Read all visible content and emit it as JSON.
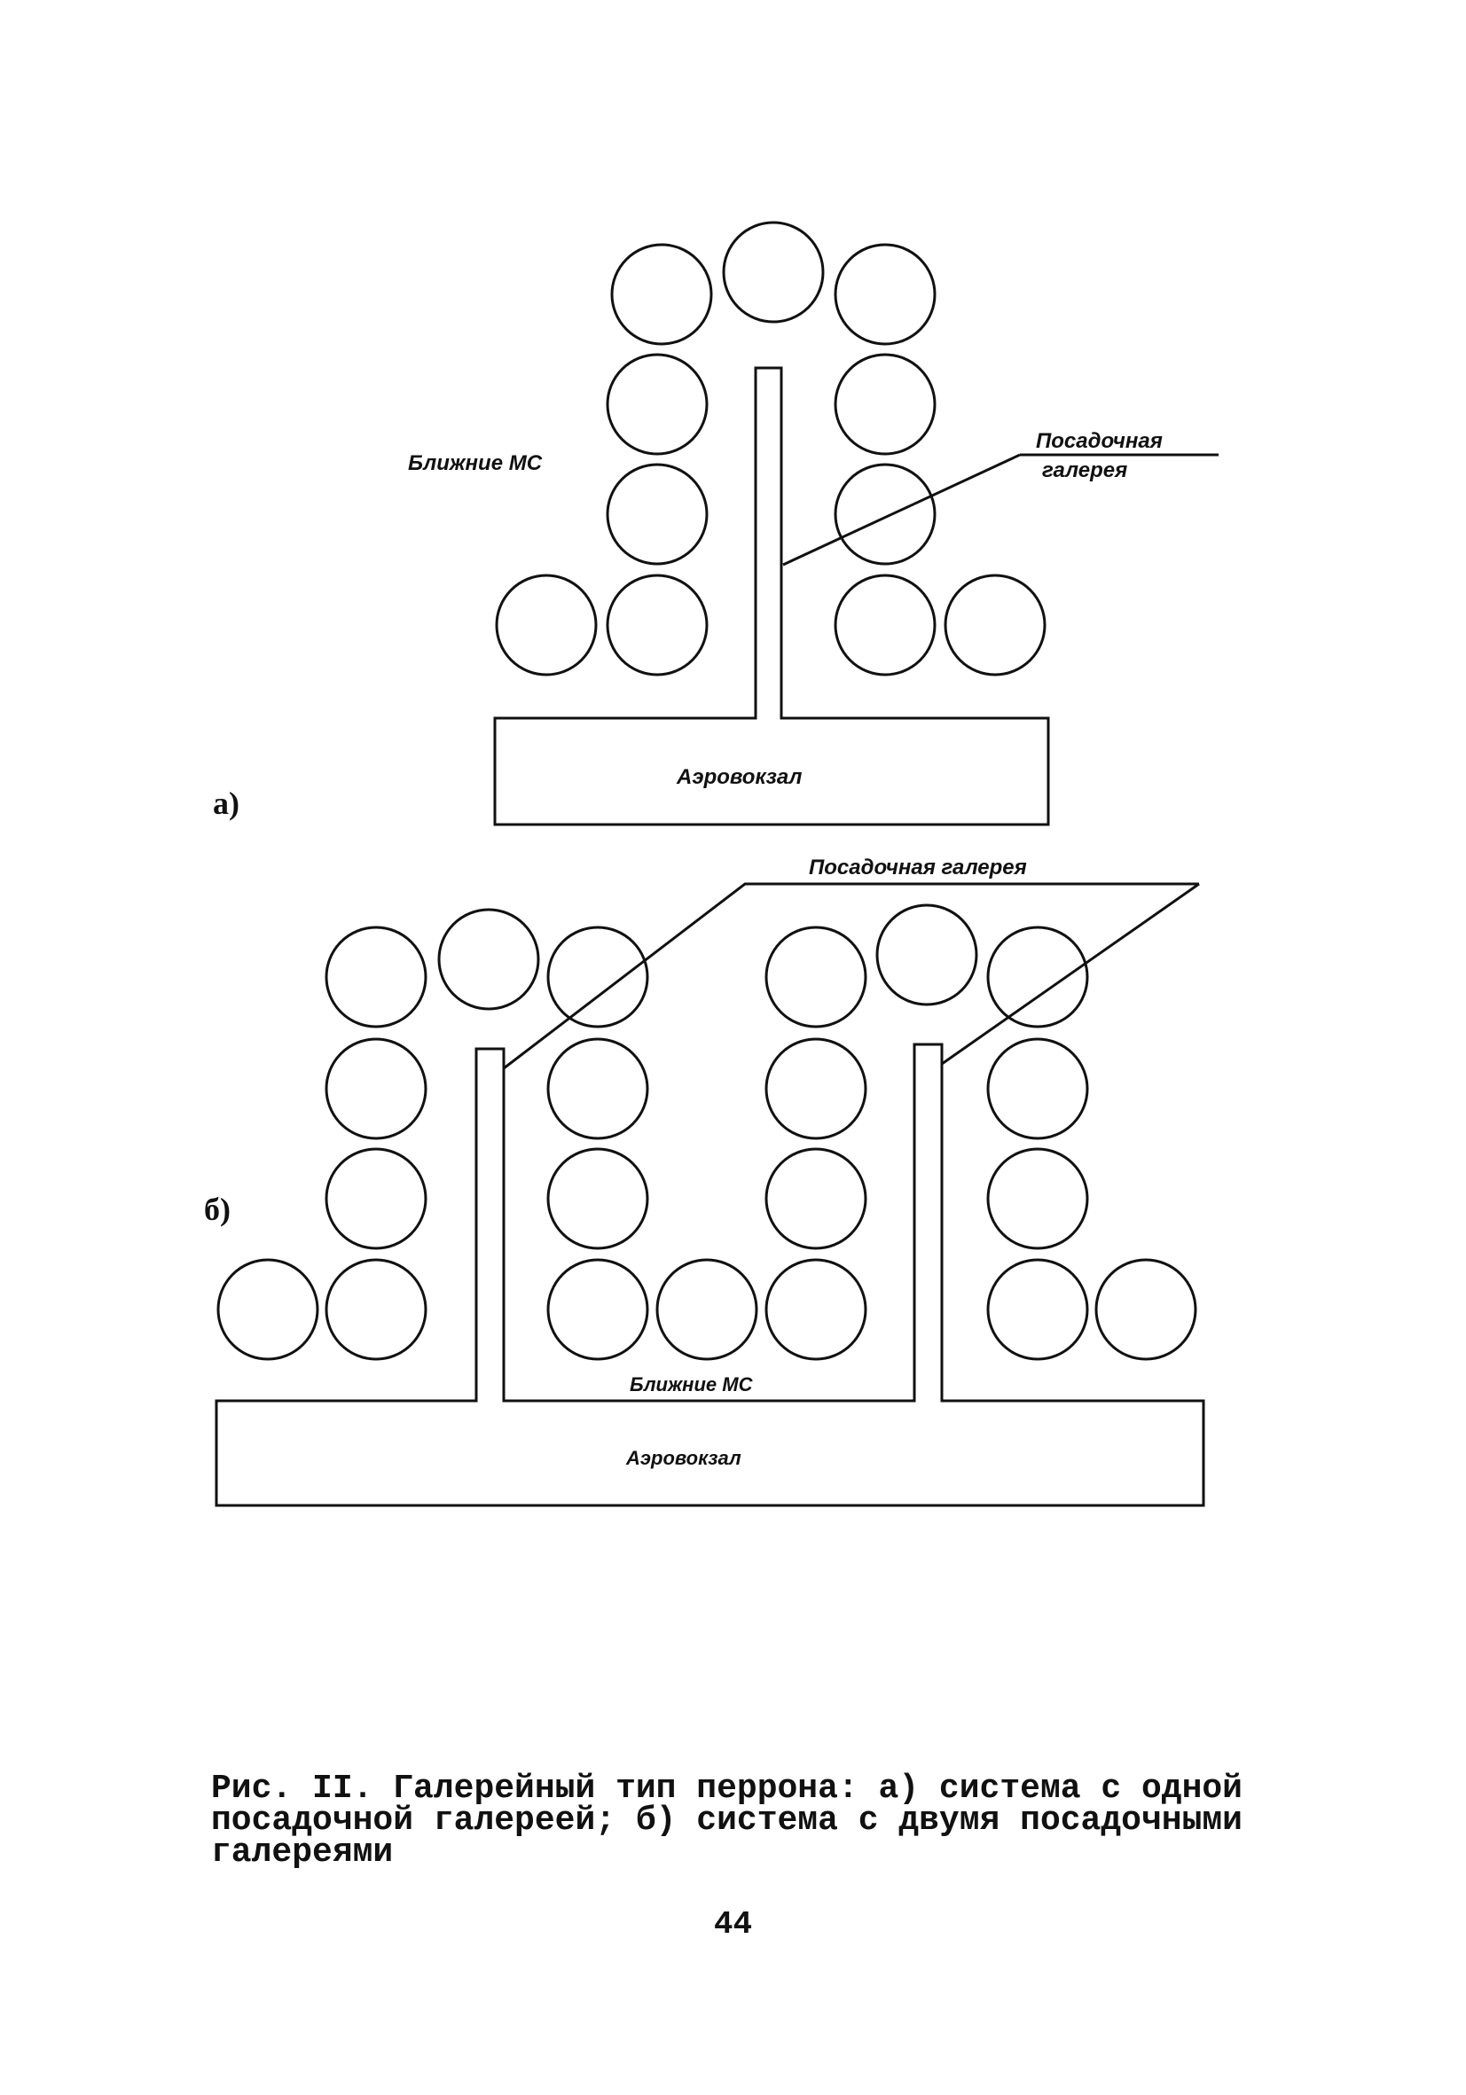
{
  "diagram_a": {
    "panel_label": "а)",
    "stands_label": "Ближние МС",
    "gallery_label_line1": "Посадочная",
    "gallery_label_line2": "галерея",
    "terminal_label": "Аэровокзал"
  },
  "diagram_b": {
    "panel_label": "б)",
    "gallery_label": "Посадочная галерея",
    "stands_label": "Ближние МС",
    "terminal_label": "Аэровокзал"
  },
  "caption": "Рис. II. Галерейный тип перрона: а) система с одной посадочной галереей; б) система с двумя посадочными галереями",
  "page_number": "44"
}
